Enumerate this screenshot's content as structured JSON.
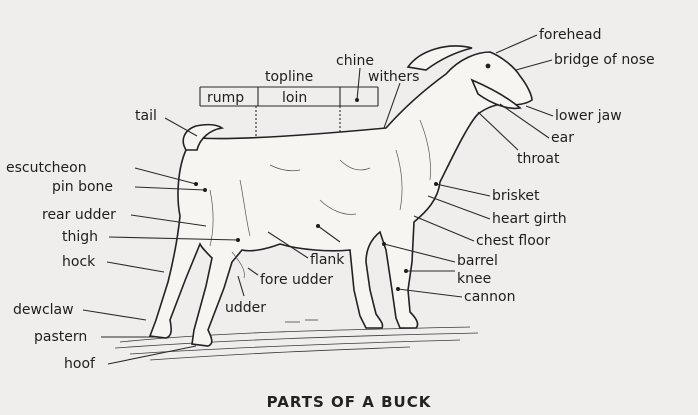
{
  "title": "PARTS OF A BUCK",
  "topline_group": {
    "topline": "topline",
    "rump": "rump",
    "loin": "loin",
    "chine": "chine"
  },
  "labels": {
    "forehead": "forehead",
    "bridge_of_nose": "bridge of nose",
    "withers": "withers",
    "lower_jaw": "lower jaw",
    "ear": "ear",
    "throat": "throat",
    "tail": "tail",
    "escutcheon": "escutcheon",
    "pin_bone": "pin bone",
    "rear_udder": "rear udder",
    "thigh": "thigh",
    "hock": "hock",
    "dewclaw": "dewclaw",
    "pastern": "pastern",
    "hoof": "hoof",
    "brisket": "brisket",
    "heart_girth": "heart girth",
    "chest_floor": "chest floor",
    "barrel": "barrel",
    "knee": "knee",
    "cannon": "cannon",
    "flank": "flank",
    "fore_udder": "fore udder",
    "udder": "udder"
  }
}
